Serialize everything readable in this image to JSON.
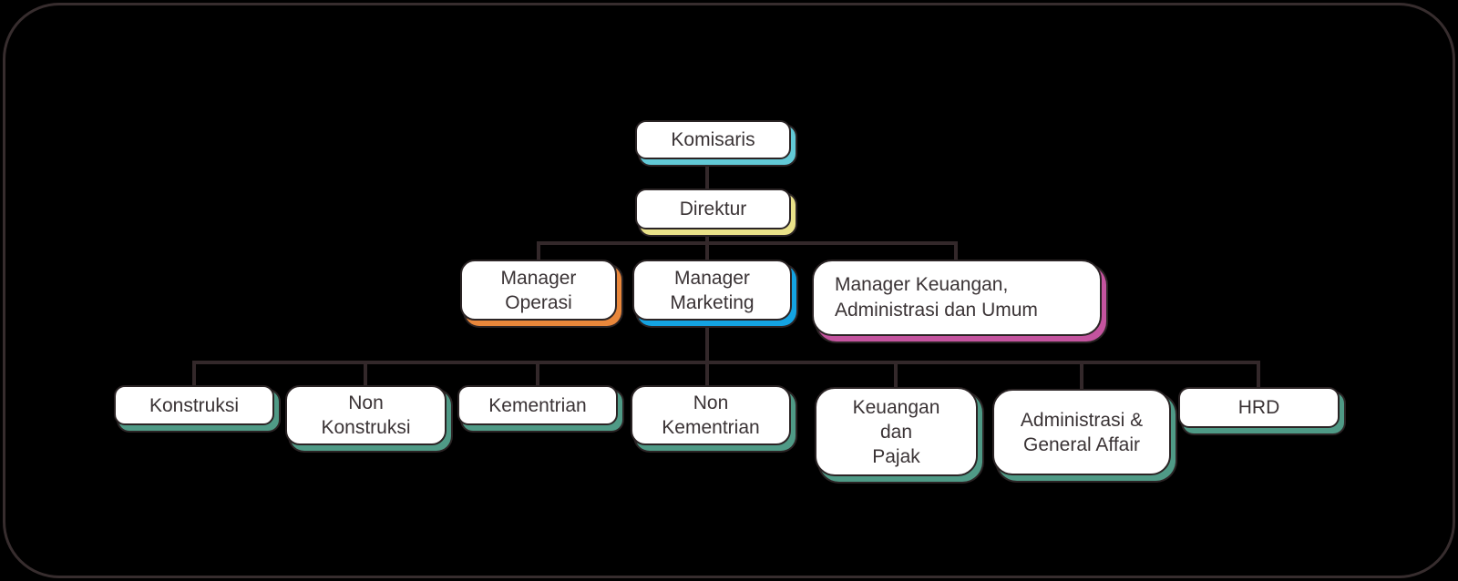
{
  "diagram": {
    "type": "organizational-chart",
    "background_color": "#000000",
    "frame_border_color": "#372d2e",
    "connector_color": "#33282a",
    "node_style": {
      "fill": "#ffffff",
      "border_color": "#2b2425",
      "text_color": "#3a3335"
    },
    "nodes": {
      "komisaris": {
        "lines": [
          "Komisaris"
        ],
        "shadow_color": "#62c9d6"
      },
      "direktur": {
        "lines": [
          "Direktur"
        ],
        "shadow_color": "#eae289"
      },
      "manager_operasi": {
        "lines": [
          "Manager",
          "Operasi"
        ],
        "shadow_color": "#e9873b"
      },
      "manager_marketing": {
        "lines": [
          "Manager",
          "Marketing"
        ],
        "shadow_color": "#14a3e2"
      },
      "manager_keuangan": {
        "lines": [
          "Manager Keuangan,",
          "Administrasi dan Umum"
        ],
        "shadow_color": "#c4549f"
      },
      "konstruksi": {
        "lines": [
          "Konstruksi"
        ],
        "shadow_color": "#4f9a86"
      },
      "non_konstruksi": {
        "lines": [
          "Non",
          "Konstruksi"
        ],
        "shadow_color": "#4f9a86"
      },
      "kementrian": {
        "lines": [
          "Kementrian"
        ],
        "shadow_color": "#4f9a86"
      },
      "non_kementrian": {
        "lines": [
          "Non",
          "Kementrian"
        ],
        "shadow_color": "#4f9a86"
      },
      "keuangan_pajak": {
        "lines": [
          "Keuangan",
          "dan",
          "Pajak"
        ],
        "shadow_color": "#4f9a86"
      },
      "administrasi_general_affair": {
        "lines": [
          "Administrasi &",
          "General Affair"
        ],
        "shadow_color": "#4f9a86"
      },
      "hrd": {
        "lines": [
          "HRD"
        ],
        "shadow_color": "#4f9a86"
      }
    }
  }
}
